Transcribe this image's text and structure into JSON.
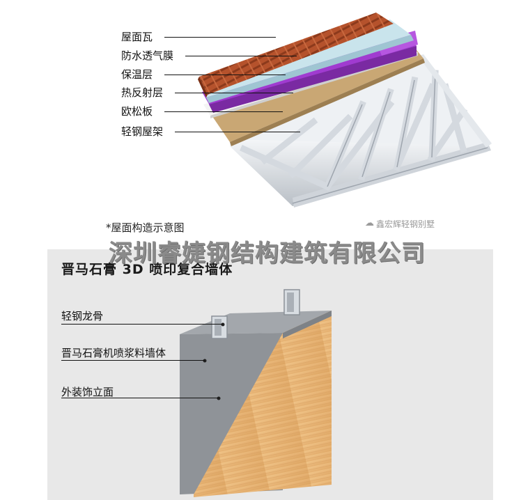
{
  "roof_diagram": {
    "labels": [
      "屋面瓦",
      "防水透气膜",
      "保温层",
      "热反射层",
      "欧松板",
      "轻钢屋架"
    ],
    "caption": "*屋面构造示意图",
    "watermark": "鑫宏辉轻钢别墅",
    "watermark_icon": "wechat-icon"
  },
  "company_name": "深圳睿婕钢结构建筑有限公司",
  "wall_diagram": {
    "title": "晋马石膏 3D 喷印复合墙体",
    "labels": [
      "轻钢龙骨",
      "晋马石膏机喷浆料墙体",
      "外装饰立面"
    ]
  },
  "colors": {
    "tile": "#b5522c",
    "membrane": "#c9e4ec",
    "insulation": "#a03bd0",
    "reflective": "#f2f2f2",
    "osb": "#c9a774",
    "truss": "#dfe3e8",
    "gypsum": "#8f9398",
    "wood": "#e8b878",
    "panel_bg": "#e8e8e8"
  }
}
